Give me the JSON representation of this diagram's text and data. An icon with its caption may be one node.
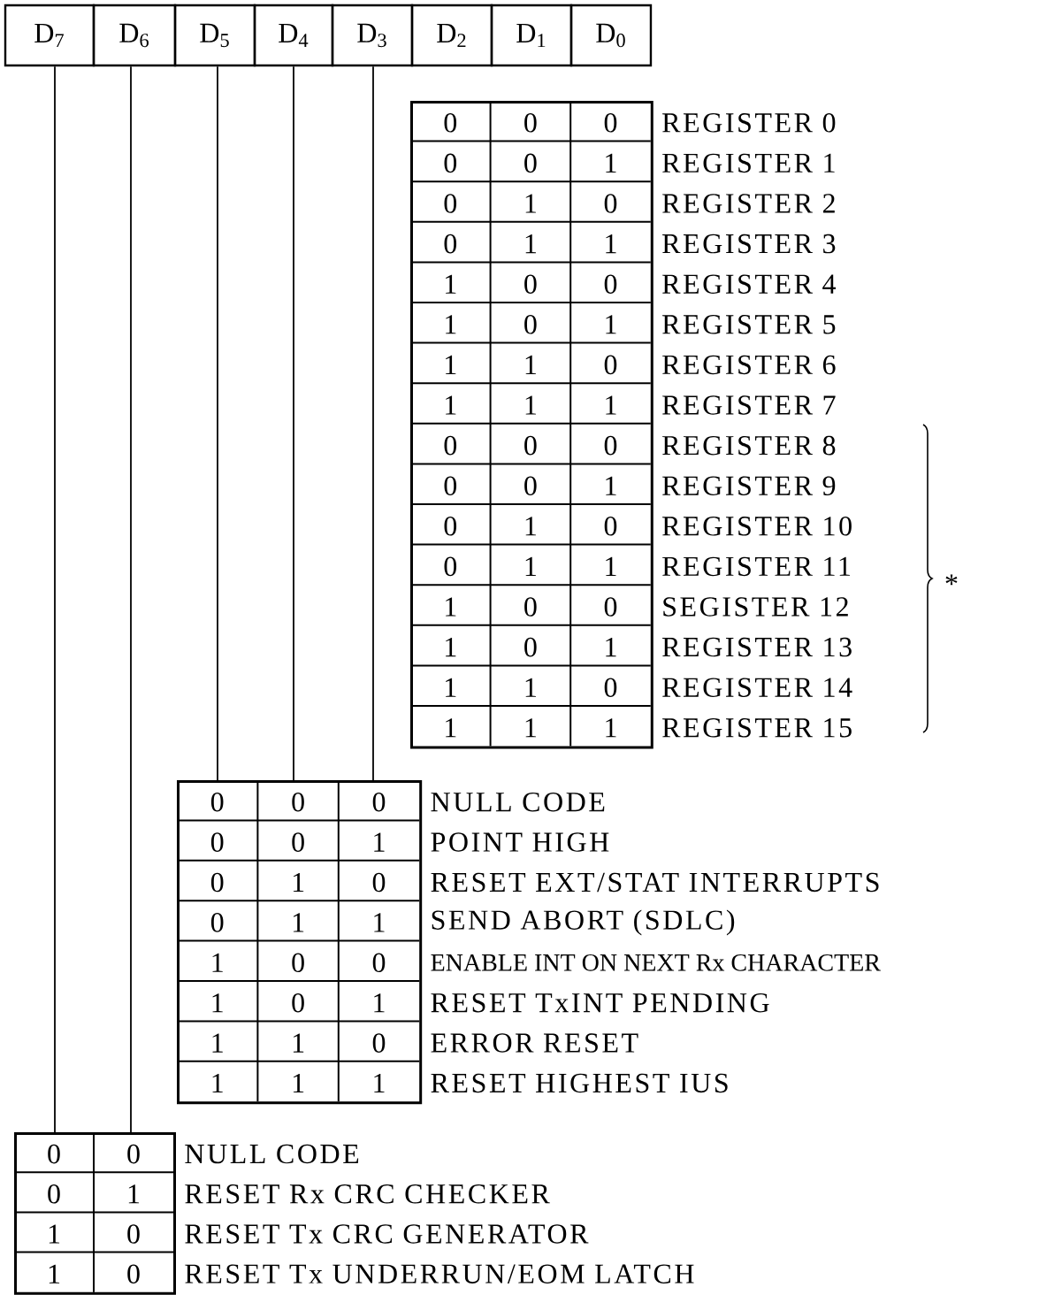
{
  "diagram": {
    "nodes": [
      {
        "text": [
          "D$_{7}$"
        ]
      },
      {
        "text": [
          "D$_{6}$"
        ]
      },
      {
        "text": [
          "D$_{5}$"
        ]
      },
      {
        "text": [
          "D$_{4}$"
        ]
      },
      {
        "text": [
          "D$_{3}$"
        ]
      },
      {
        "text": [
          "D$_{2}$"
        ]
      },
      {
        "text": [
          "D$_{1}$"
        ]
      },
      {
        "text": [
          "D$_{0}$"
        ]
      },
      {
        "text": [],
        "shape": "box"
      },
      {
        "text": [],
        "shape": "box"
      },
      {
        "text": [],
        "shape": "box"
      }
    ],
    "edges": [
      {
        "from": 0,
        "to": 10,
        "arrow": "none"
      },
      {
        "from": 1,
        "to": 10,
        "arrow": "none"
      },
      {
        "from": 2,
        "to": 9,
        "arrow": "none"
      },
      {
        "from": 3,
        "to": 9,
        "arrow": "none"
      },
      {
        "from": 4,
        "to": 9,
        "arrow": "none"
      }
    ],
    "labels": [
      "0",
      "0",
      "0",
      "REGISTER 0",
      "0",
      "0",
      "1",
      "REGISTER 1",
      "0",
      "1",
      "0",
      "REGISTER 2",
      "0",
      "1",
      "1",
      "REGISTER 3",
      "1",
      "0",
      "0",
      "REGISTER 4",
      "1",
      "0",
      "1",
      "REGISTER 5",
      "1",
      "1",
      "0",
      "REGISTER 6",
      "1",
      "1",
      "1",
      "REGISTER 7",
      "0",
      "0",
      "0",
      "REGISTER 8",
      "0",
      "0",
      "1",
      "REGISTER 9",
      "0",
      "1",
      "0",
      "REGISTER 10",
      "0",
      "1",
      "1",
      "REGISTER 11",
      "1",
      "0",
      "0",
      "SEGISTER 12",
      "1",
      "0",
      "1",
      "REGISTER 13",
      "1",
      "1",
      "0",
      "REGISTER 14",
      "1",
      "1",
      "1",
      "REGISTER 15",
      "*",
      "0",
      "0",
      "0",
      "NULL CODE",
      "0",
      "0",
      "1",
      "POINT HIGH",
      "0",
      "1",
      "0",
      "RESET EXT/STAT INTERRUPTS",
      "0",
      "1",
      "1",
      "SEND ABORT (SDLC)",
      "1",
      "0",
      "0",
      "ENABLE INT ON NEXT Rx CHARACTER",
      "1",
      "0",
      "1",
      "RESET TxINT PENDING",
      "1",
      "1",
      "0",
      "ERROR RESET",
      "1",
      "1",
      "1",
      "RESET HIGHEST IUS",
      "0",
      "0",
      "NULL CODE",
      "0",
      "1",
      "RESET Rx CRC CHECKER",
      "1",
      "0",
      "RESET Tx CRC GENERATOR",
      "1",
      "0",
      "RESET Tx UNDERRUN/EOM LATCH"
    ]
  }
}
